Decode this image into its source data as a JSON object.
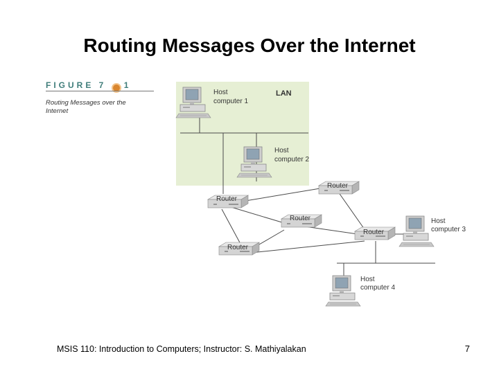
{
  "slide": {
    "title": "Routing Messages Over the Internet",
    "footer": "MSIS 110:  Introduction to Computers;  Instructor: S. Mathiyalakan",
    "page_number": "7"
  },
  "figure": {
    "label_prefix": "FIGURE 7",
    "label_suffix": "1",
    "caption": "Routing Messages over the Internet"
  },
  "diagram": {
    "lan_label": "LAN",
    "host1_line1": "Host",
    "host1_line2": "computer 1",
    "host2_line1": "Host",
    "host2_line2": "computer 2",
    "host3_line1": "Host",
    "host3_line2": "computer 3",
    "host4_line1": "Host",
    "host4_line2": "computer 4",
    "router_label": "Router",
    "colors": {
      "lan_bg": "#e6efd4",
      "device": "#d5d5d5",
      "link": "#4a4a4a"
    }
  }
}
